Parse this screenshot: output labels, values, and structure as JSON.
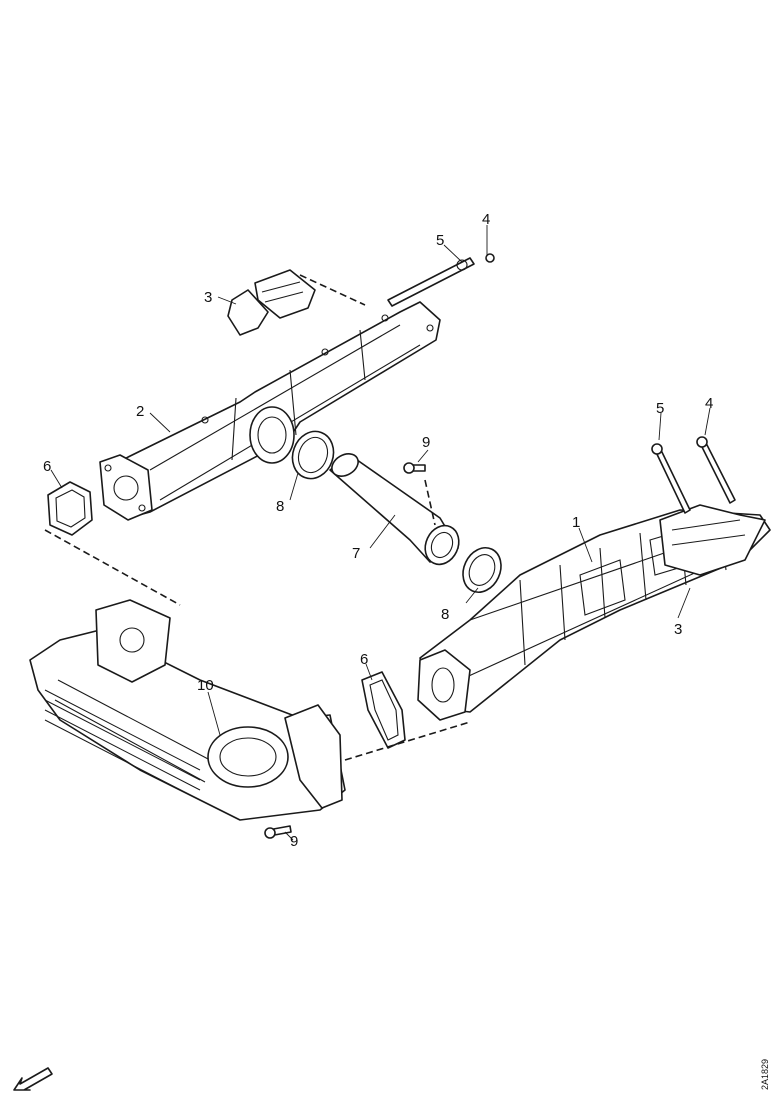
{
  "diagram": {
    "callouts": {
      "c1": "1",
      "c2": "2",
      "c3_top": "3",
      "c3_right": "3",
      "c4_top": "4",
      "c4_right": "4",
      "c5_top": "5",
      "c5_right": "5",
      "c6_left": "6",
      "c6_mid": "6",
      "c7": "7",
      "c8_top": "8",
      "c8_mid": "8",
      "c9_top": "9",
      "c9_bottom": "9",
      "c10": "10"
    },
    "drawing_code": "2A1829",
    "icons": [
      "front-direction-arrow-icon"
    ]
  }
}
